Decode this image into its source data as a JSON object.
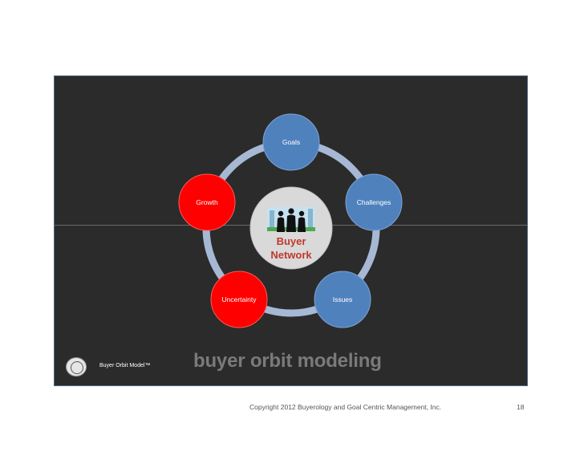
{
  "diagram": {
    "center": {
      "line1": "Buyer",
      "line2": "Network"
    },
    "nodes": [
      {
        "id": "goals",
        "label": "Goals",
        "color": "#4f81bd"
      },
      {
        "id": "challenges",
        "label": "Challenges",
        "color": "#4f81bd"
      },
      {
        "id": "issues",
        "label": "Issues",
        "color": "#4f81bd"
      },
      {
        "id": "uncertainty",
        "label": "Uncertainty",
        "color": "#ff0000"
      },
      {
        "id": "growth",
        "label": "Growth",
        "color": "#ff0000"
      }
    ],
    "colors": {
      "orbit": "#a6b8d4",
      "blue": "#4f81bd",
      "red": "#ff0000",
      "center": "#d9d9d9"
    }
  },
  "footer": {
    "model_label": "Buyer Orbit Model™",
    "heading": "buyer orbit modeling",
    "copyright": "Copyright 2012 Buyerology and Goal Centric Management, Inc.",
    "page": "18"
  }
}
